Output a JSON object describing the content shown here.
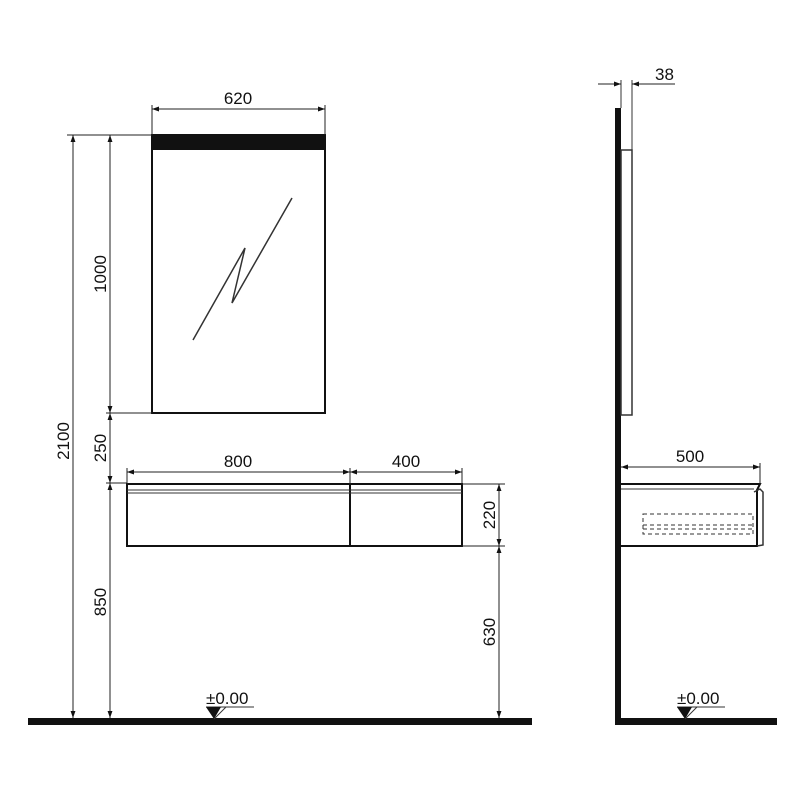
{
  "drawing": {
    "front_view": {
      "mirror": {
        "width_label": "620",
        "height_label": "1000"
      },
      "gap_label": "250",
      "total_height_label": "2100",
      "cabinet": {
        "left_width_label": "800",
        "right_width_label": "400",
        "height_label": "220",
        "mount_height_label": "850",
        "bottom_clearance_label": "630"
      },
      "floor_level_label": "±0.00"
    },
    "side_view": {
      "mirror_depth_label": "38",
      "cabinet_depth_label": "500",
      "floor_level_label": "±0.00"
    },
    "colors": {
      "line": "#111111",
      "background": "#ffffff"
    }
  }
}
